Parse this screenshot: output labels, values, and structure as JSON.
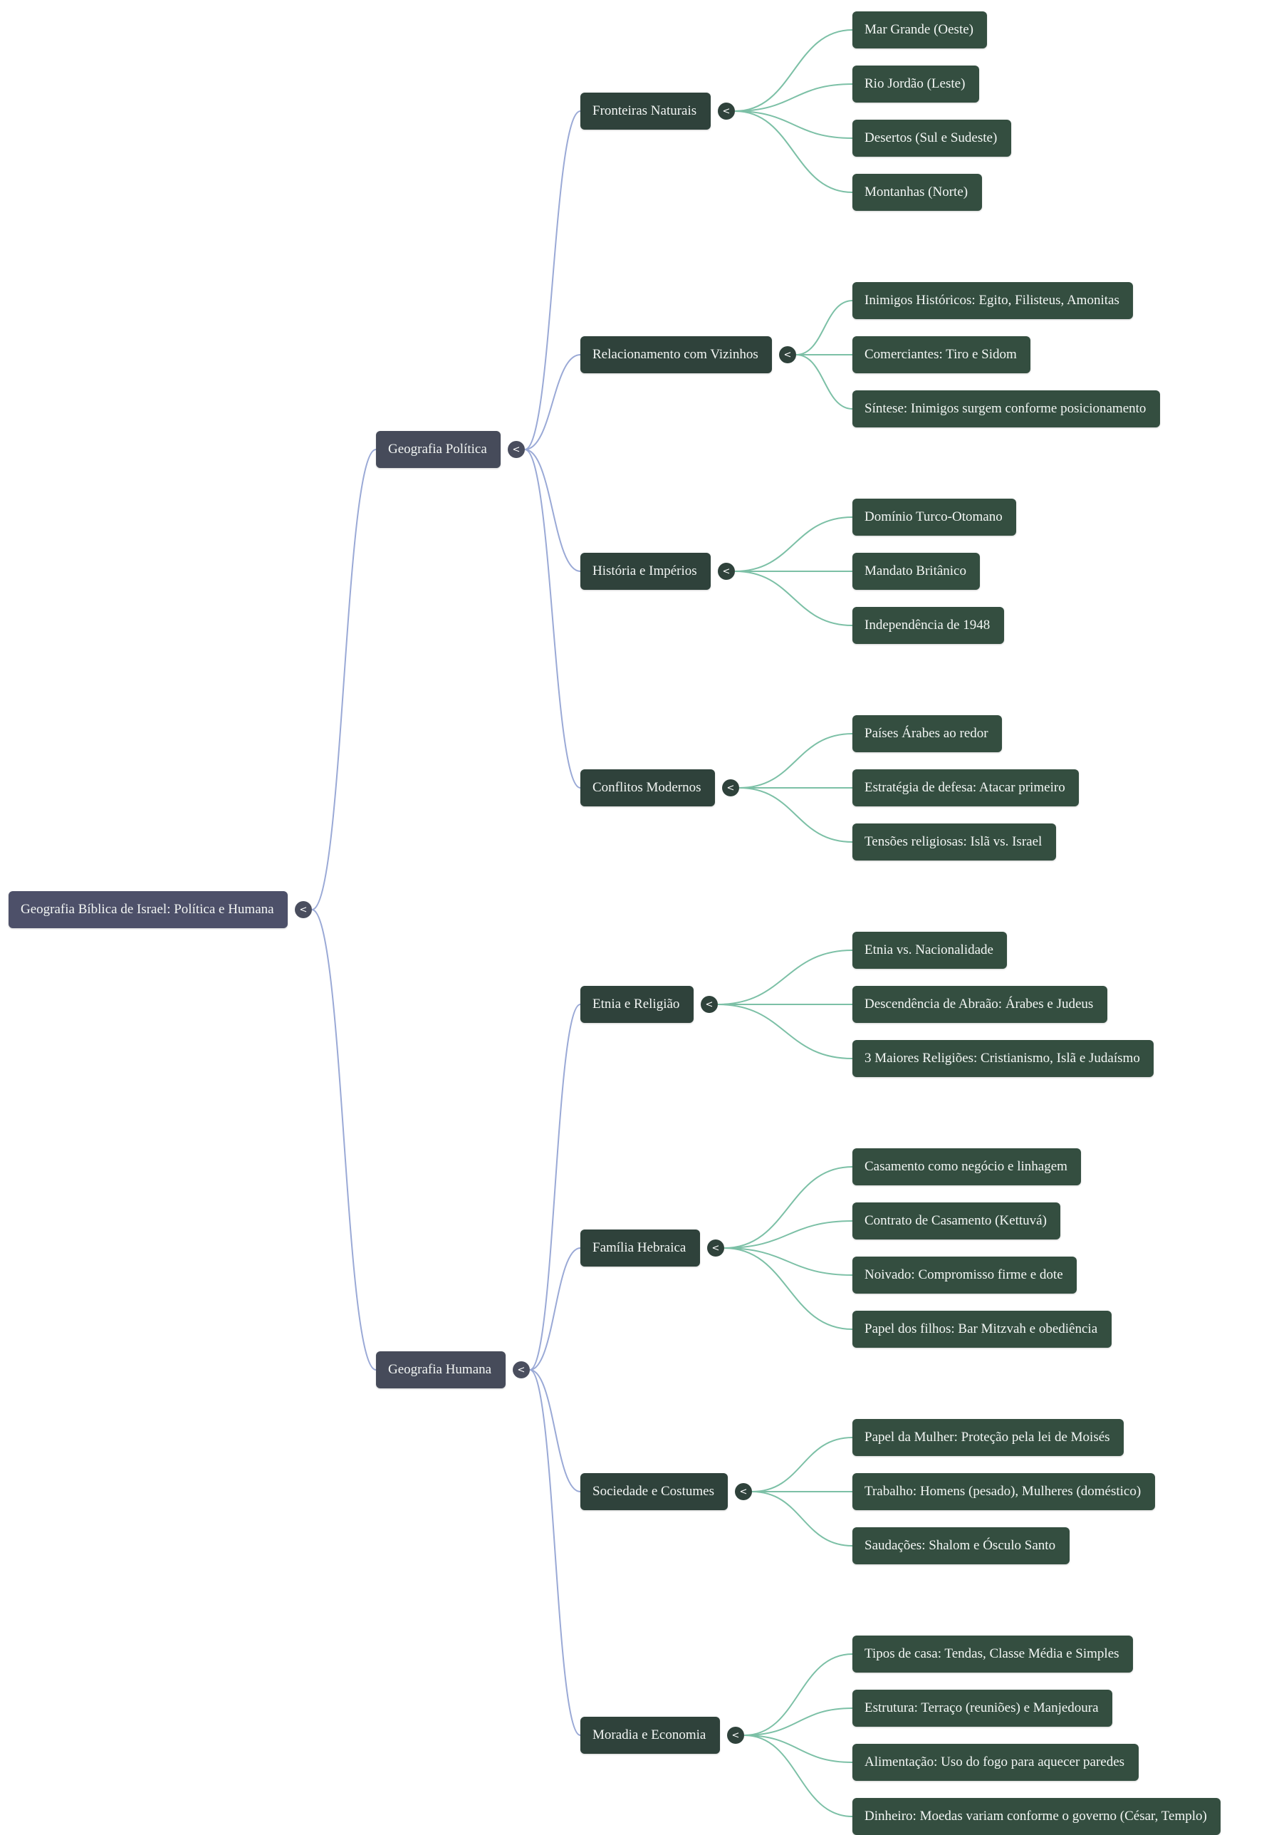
{
  "mindmap": {
    "root": {
      "label": "Geografia Bíblica de Israel: Política e Humana",
      "children": [
        {
          "label": "Geografia Política",
          "children": [
            {
              "label": "Fronteiras Naturais",
              "children": [
                "Mar Grande (Oeste)",
                "Rio Jordão (Leste)",
                "Desertos (Sul e Sudeste)",
                "Montanhas (Norte)"
              ]
            },
            {
              "label": "Relacionamento com Vizinhos",
              "children": [
                "Inimigos Históricos: Egito, Filisteus, Amonitas",
                "Comerciantes: Tiro e Sidom",
                "Síntese: Inimigos surgem conforme posicionamento"
              ]
            },
            {
              "label": "História e Impérios",
              "children": [
                "Domínio Turco-Otomano",
                "Mandato Britânico",
                "Independência de 1948"
              ]
            },
            {
              "label": "Conflitos Modernos",
              "children": [
                "Países Árabes ao redor",
                "Estratégia de defesa: Atacar primeiro",
                "Tensões religiosas: Islã vs. Israel"
              ]
            }
          ]
        },
        {
          "label": "Geografia Humana",
          "children": [
            {
              "label": "Etnia e Religião",
              "children": [
                "Etnia vs. Nacionalidade",
                "Descendência de Abraão: Árabes e Judeus",
                "3 Maiores Religiões: Cristianismo, Islã e Judaísmo"
              ]
            },
            {
              "label": "Família Hebraica",
              "children": [
                "Casamento como negócio e linhagem",
                "Contrato de Casamento (Kettuvá)",
                "Noivado: Compromisso firme e dote",
                "Papel dos filhos: Bar Mitzvah e obediência"
              ]
            },
            {
              "label": "Sociedade e Costumes",
              "children": [
                "Papel da Mulher: Proteção pela lei de Moisés",
                "Trabalho: Homens (pesado), Mulheres (doméstico)",
                "Saudações: Shalom e Ósculo Santo"
              ]
            },
            {
              "label": "Moradia e Economia",
              "children": [
                "Tipos de casa: Tendas, Classe Média e Simples",
                "Estrutura: Terraço (reuniões) e Manjedoura",
                "Alimentação: Uso do fogo para aquecer paredes",
                "Dinheiro: Moedas variam conforme o governo (César, Templo)"
              ]
            }
          ]
        }
      ]
    },
    "toggle_symbol": "<",
    "colors": {
      "root_fill": "#4d5069",
      "level1_fill": "#464b5a",
      "level2_fill": "#2f423b",
      "leaf_fill": "#344e40",
      "upper_link": "#9aa9d6",
      "lower_link": "#7cc0a6"
    }
  }
}
